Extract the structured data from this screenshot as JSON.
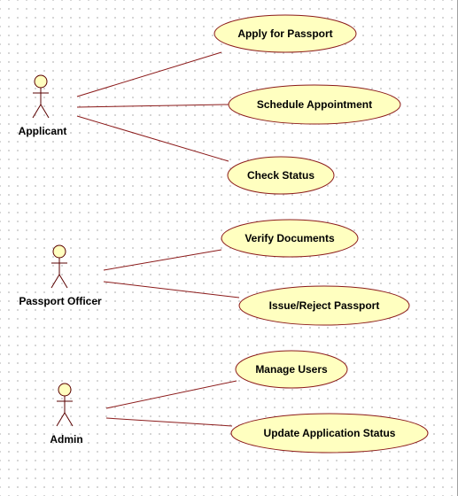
{
  "colors": {
    "line": "#8b1a1a",
    "usecase_fill": "#ffffc0",
    "usecase_stroke": "#8b1a1a",
    "actor_fill": "#ffffc0",
    "actor_stroke": "#5a0000"
  },
  "actors": [
    {
      "id": "applicant",
      "label": "Applicant"
    },
    {
      "id": "officer",
      "label": "Passport Officer"
    },
    {
      "id": "admin",
      "label": "Admin"
    }
  ],
  "use_cases": [
    {
      "id": "apply",
      "label": "Apply for Passport",
      "actor": "applicant"
    },
    {
      "id": "schedule",
      "label": "Schedule Appointment",
      "actor": "applicant"
    },
    {
      "id": "status",
      "label": "Check Status",
      "actor": "applicant"
    },
    {
      "id": "verify",
      "label": "Verify Documents",
      "actor": "officer"
    },
    {
      "id": "issue",
      "label": "Issue/Reject Passport",
      "actor": "officer"
    },
    {
      "id": "users",
      "label": "Manage Users",
      "actor": "admin"
    },
    {
      "id": "update",
      "label": "Update Application Status",
      "actor": "admin"
    }
  ]
}
